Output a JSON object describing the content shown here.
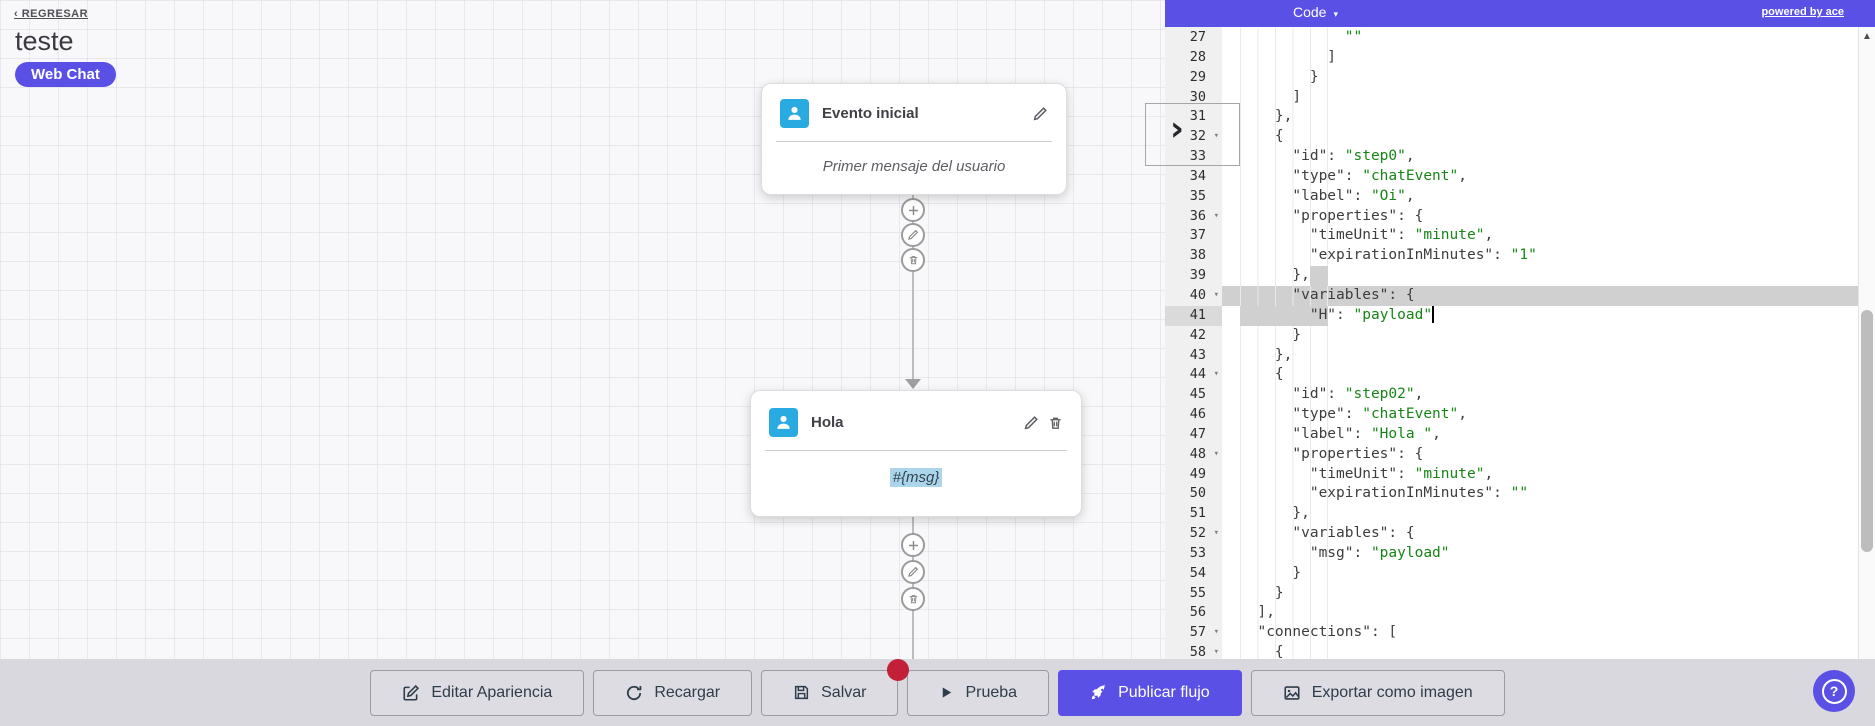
{
  "colors": {
    "accent": "#5a50e6",
    "node_icon_bg": "#29abe2",
    "code_string": "#168516",
    "selection": "#d0d0d0",
    "red_badge": "#c21f38"
  },
  "header": {
    "back_label": "‹ REGRESAR",
    "flow_title": "teste",
    "channel_badge": "Web Chat"
  },
  "canvas": {
    "nodes": [
      {
        "title": "Evento inicial",
        "body": "Primer mensaje del usuario",
        "actions": [
          "edit"
        ]
      },
      {
        "title": "Hola",
        "body": "#{msg}",
        "body_selected": true,
        "actions": [
          "edit",
          "delete"
        ]
      }
    ],
    "connector_actions": [
      "add",
      "edit",
      "delete"
    ]
  },
  "editor": {
    "mode_label": "Code",
    "caret_icon": "▾",
    "powered_by": "powered by ace",
    "fold_icon": "▾",
    "scroll_up_icon": "▲",
    "collapse_chevron_icon": "›",
    "lines": [
      {
        "n": 27,
        "parts": [
          [
            "            ",
            0
          ],
          [
            "\"\"",
            1
          ]
        ]
      },
      {
        "n": 28,
        "parts": [
          [
            "          ]",
            0
          ]
        ]
      },
      {
        "n": 29,
        "parts": [
          [
            "        }",
            0
          ]
        ]
      },
      {
        "n": 30,
        "parts": [
          [
            "      ]",
            0
          ]
        ]
      },
      {
        "n": 31,
        "parts": [
          [
            "    },",
            0
          ]
        ]
      },
      {
        "n": 32,
        "fold": true,
        "parts": [
          [
            "    {",
            0
          ]
        ]
      },
      {
        "n": 33,
        "parts": [
          [
            "      \"id\": ",
            0
          ],
          [
            "\"step0\"",
            1
          ],
          [
            ",",
            0
          ]
        ]
      },
      {
        "n": 34,
        "parts": [
          [
            "      \"type\": ",
            0
          ],
          [
            "\"chatEvent\"",
            1
          ],
          [
            ",",
            0
          ]
        ]
      },
      {
        "n": 35,
        "parts": [
          [
            "      \"label\": ",
            0
          ],
          [
            "\"Oi\"",
            1
          ],
          [
            ",",
            0
          ]
        ]
      },
      {
        "n": 36,
        "fold": true,
        "parts": [
          [
            "      \"properties\": {",
            0
          ]
        ]
      },
      {
        "n": 37,
        "parts": [
          [
            "        \"timeUnit\": ",
            0
          ],
          [
            "\"minute\"",
            1
          ],
          [
            ",",
            0
          ]
        ]
      },
      {
        "n": 38,
        "parts": [
          [
            "        \"expirationInMinutes\": ",
            0
          ],
          [
            "\"1\"",
            1
          ]
        ]
      },
      {
        "n": 39,
        "sel": "tail",
        "parts": [
          [
            "      },",
            0
          ]
        ]
      },
      {
        "n": 40,
        "fold": true,
        "sel": "full",
        "parts": [
          [
            "      \"variables\": {",
            0
          ]
        ]
      },
      {
        "n": 41,
        "sel": "head",
        "cursor": true,
        "active": true,
        "parts": [
          [
            "        \"H\": ",
            0
          ],
          [
            "\"payload\"",
            1
          ]
        ]
      },
      {
        "n": 42,
        "parts": [
          [
            "      }",
            0
          ]
        ]
      },
      {
        "n": 43,
        "parts": [
          [
            "    },",
            0
          ]
        ]
      },
      {
        "n": 44,
        "fold": true,
        "parts": [
          [
            "    {",
            0
          ]
        ]
      },
      {
        "n": 45,
        "parts": [
          [
            "      \"id\": ",
            0
          ],
          [
            "\"step02\"",
            1
          ],
          [
            ",",
            0
          ]
        ]
      },
      {
        "n": 46,
        "parts": [
          [
            "      \"type\": ",
            0
          ],
          [
            "\"chatEvent\"",
            1
          ],
          [
            ",",
            0
          ]
        ]
      },
      {
        "n": 47,
        "parts": [
          [
            "      \"label\": ",
            0
          ],
          [
            "\"Hola \"",
            1
          ],
          [
            ",",
            0
          ]
        ]
      },
      {
        "n": 48,
        "fold": true,
        "parts": [
          [
            "      \"properties\": {",
            0
          ]
        ]
      },
      {
        "n": 49,
        "parts": [
          [
            "        \"timeUnit\": ",
            0
          ],
          [
            "\"minute\"",
            1
          ],
          [
            ",",
            0
          ]
        ]
      },
      {
        "n": 50,
        "parts": [
          [
            "        \"expirationInMinutes\": ",
            0
          ],
          [
            "\"\"",
            1
          ]
        ]
      },
      {
        "n": 51,
        "parts": [
          [
            "      },",
            0
          ]
        ]
      },
      {
        "n": 52,
        "fold": true,
        "parts": [
          [
            "      \"variables\": {",
            0
          ]
        ]
      },
      {
        "n": 53,
        "parts": [
          [
            "        \"msg\": ",
            0
          ],
          [
            "\"payload\"",
            1
          ]
        ]
      },
      {
        "n": 54,
        "parts": [
          [
            "      }",
            0
          ]
        ]
      },
      {
        "n": 55,
        "parts": [
          [
            "    }",
            0
          ]
        ]
      },
      {
        "n": 56,
        "parts": [
          [
            "  ],",
            0
          ]
        ]
      },
      {
        "n": 57,
        "fold": true,
        "parts": [
          [
            "  \"connections\": [",
            0
          ]
        ]
      },
      {
        "n": 58,
        "fold": true,
        "parts": [
          [
            "    {",
            0
          ]
        ]
      }
    ]
  },
  "toolbar": {
    "buttons": [
      {
        "label": "Editar Apariencia",
        "icon": "edit-square"
      },
      {
        "label": "Recargar",
        "icon": "refresh"
      },
      {
        "label": "Salvar",
        "icon": "save",
        "badge": true
      },
      {
        "label": "Prueba",
        "icon": "play"
      },
      {
        "label": "Publicar flujo",
        "icon": "rocket",
        "primary": true
      },
      {
        "label": "Exportar como imagen",
        "icon": "image"
      }
    ]
  },
  "help": {
    "label": "?"
  }
}
